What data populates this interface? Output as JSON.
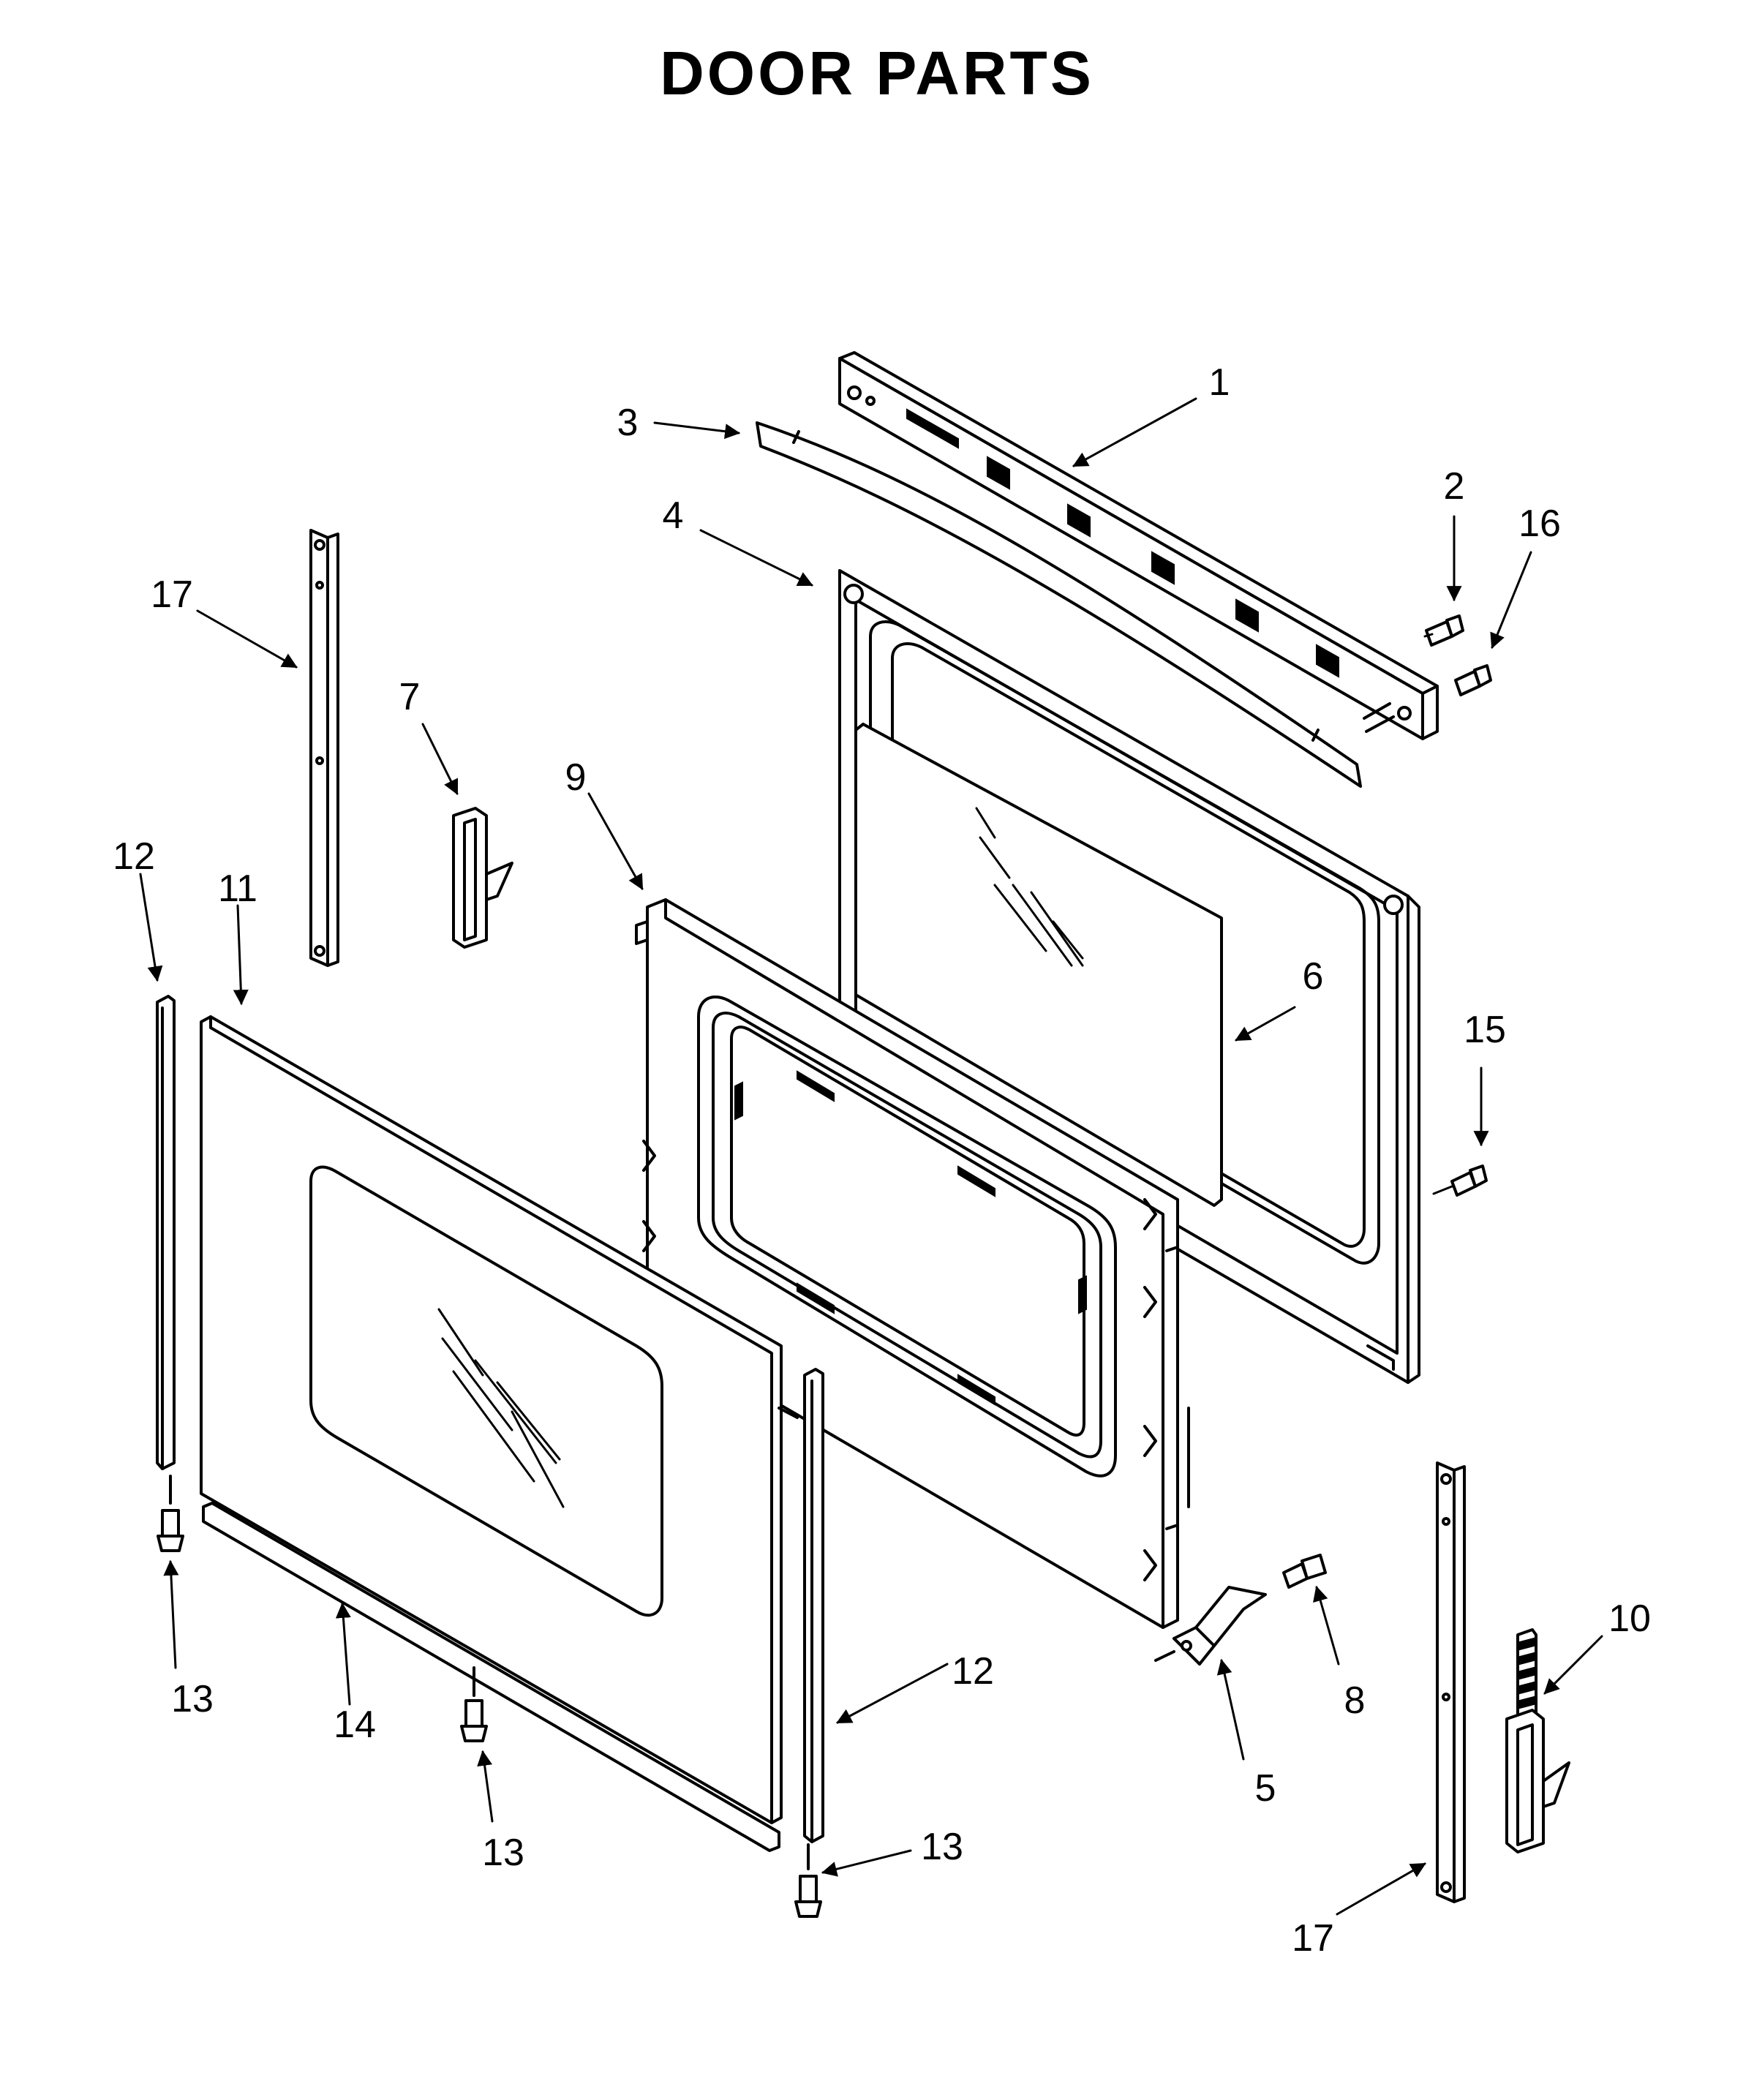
{
  "title": "DOOR PARTS",
  "callouts": {
    "c1": "1",
    "c2": "2",
    "c3": "3",
    "c4": "4",
    "c5": "5",
    "c6": "6",
    "c7": "7",
    "c8": "8",
    "c9": "9",
    "c10": "10",
    "c11": "11",
    "c12a": "12",
    "c12b": "12",
    "c13a": "13",
    "c13b": "13",
    "c13c": "13",
    "c14": "14",
    "c15": "15",
    "c16": "16",
    "c17a": "17",
    "c17b": "17"
  },
  "colors": {
    "ink": "#000000",
    "paper": "#ffffff"
  }
}
